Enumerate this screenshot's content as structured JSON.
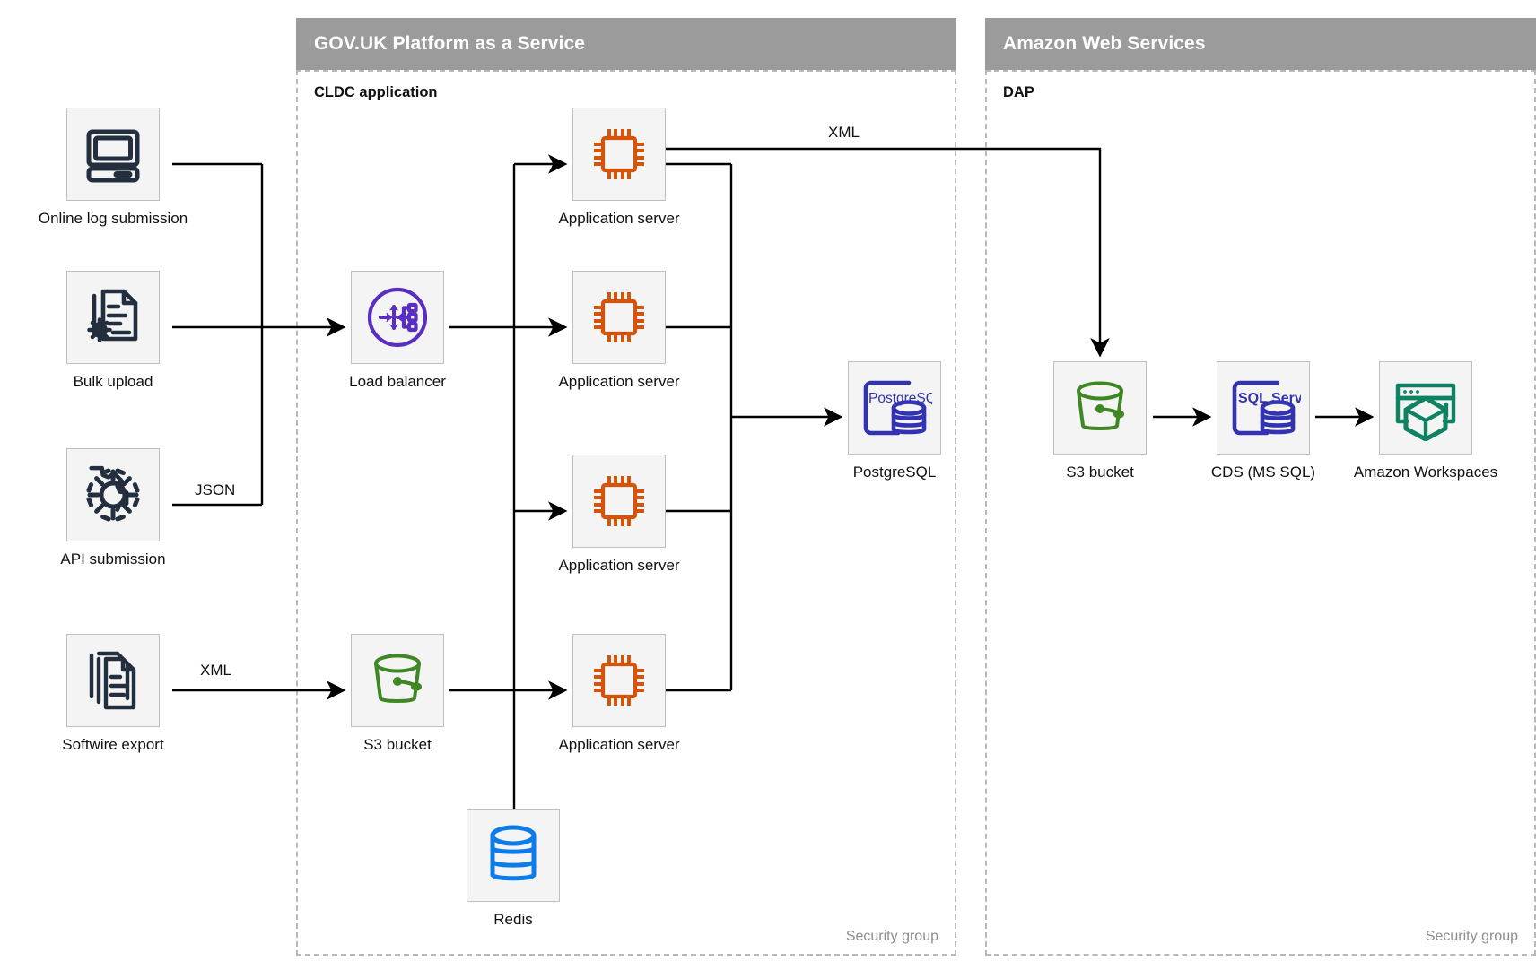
{
  "zones": [
    {
      "id": "paas",
      "title": "GOV.UK Platform as a Service",
      "sublabel": "CLDC application",
      "security_label": "Security group",
      "header_color": "#9b9b9b"
    },
    {
      "id": "aws",
      "title": "Amazon Web Services",
      "sublabel": "DAP",
      "security_label": "Security group",
      "header_color": "#9b9b9b"
    }
  ],
  "nodes": [
    {
      "id": "online-log-submission",
      "label": "Online log submission",
      "icon": "desktop-computer-icon",
      "color": "#232f3e"
    },
    {
      "id": "bulk-upload",
      "label": "Bulk upload",
      "icon": "document-gear-icon",
      "color": "#232f3e"
    },
    {
      "id": "api-submission",
      "label": "API submission",
      "icon": "gear-icon",
      "color": "#232f3e"
    },
    {
      "id": "softwire-export",
      "label": "Softwire export",
      "icon": "documents-stack-icon",
      "color": "#232f3e"
    },
    {
      "id": "load-balancer",
      "label": "Load balancer",
      "icon": "load-balancer-icon",
      "color": "#5a2ec0"
    },
    {
      "id": "s3-bucket-paas",
      "label": "S3 bucket",
      "icon": "bucket-icon",
      "color": "#3f8624"
    },
    {
      "id": "app-server-1",
      "label": "Application server",
      "icon": "cpu-chip-icon",
      "color": "#d4540a"
    },
    {
      "id": "app-server-2",
      "label": "Application server",
      "icon": "cpu-chip-icon",
      "color": "#d4540a"
    },
    {
      "id": "app-server-3",
      "label": "Application server",
      "icon": "cpu-chip-icon",
      "color": "#d4540a"
    },
    {
      "id": "app-server-4",
      "label": "Application server",
      "icon": "cpu-chip-icon",
      "color": "#d4540a"
    },
    {
      "id": "postgresql",
      "label": "PostgreSQL",
      "icon": "postgresql-icon",
      "color": "#3333b2",
      "icon_text": "PostgreSQL"
    },
    {
      "id": "redis",
      "label": "Redis",
      "icon": "redis-database-icon",
      "color": "#0d7ce8"
    },
    {
      "id": "s3-bucket-aws",
      "label": "S3 bucket",
      "icon": "bucket-icon",
      "color": "#3f8624"
    },
    {
      "id": "cds-ms-sql",
      "label": "CDS (MS SQL)",
      "icon": "sql-server-icon",
      "color": "#3333b2",
      "icon_text": "SQL Server"
    },
    {
      "id": "amazon-workspaces",
      "label": "Amazon Workspaces",
      "icon": "workspaces-cube-icon",
      "color": "#0f8264"
    }
  ],
  "edge_labels": [
    {
      "id": "json-label",
      "text": "JSON"
    },
    {
      "id": "xml-label-softwire",
      "text": "XML"
    },
    {
      "id": "xml-label-appserver",
      "text": "XML"
    }
  ],
  "colors": {
    "wire": "#000000",
    "tile_fill": "#f4f4f4",
    "tile_border": "#bfbfbf",
    "dashed_border": "#b9b9b9",
    "zone_header": "#9b9b9b",
    "muted_text": "#8d8d8d"
  }
}
